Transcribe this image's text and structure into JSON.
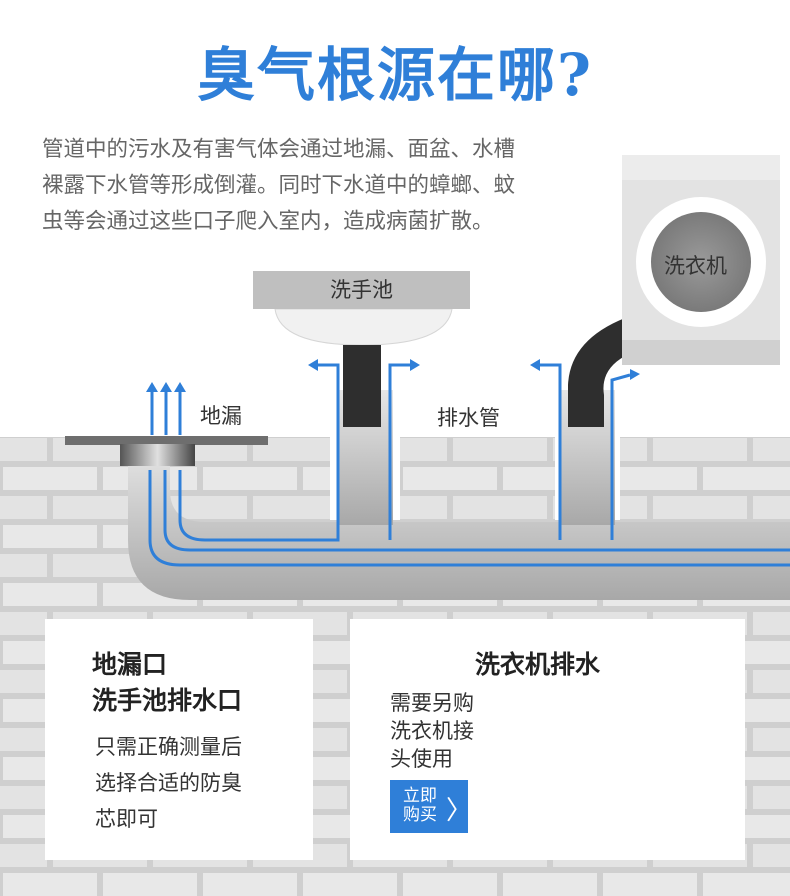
{
  "title": "臭气根源在哪?",
  "intro": [
    "管道中的污水及有害气体会通过地漏、面盆、水槽",
    "裸露下水管等形成倒灌。同时下水道中的蟑螂、蚊",
    "虫等会通过这些口子爬入室内，造成病菌扩散。"
  ],
  "labels": {
    "sink": "洗手池",
    "floor_drain": "地漏",
    "drain_pipe": "排水管",
    "washer": "洗衣机"
  },
  "card1": {
    "heading": [
      "地漏口",
      "洗手池排水口"
    ],
    "text": [
      "只需正确测量后",
      "选择合适的防臭",
      "芯即可"
    ]
  },
  "card2": {
    "heading": "洗衣机排水",
    "text": [
      "需要另购",
      "洗衣机接",
      "头使用"
    ],
    "buy_label": "立即购买",
    "buy_arrow": "〉"
  },
  "colors": {
    "accent": "#2f7fd8",
    "wall": "#d4d4d4",
    "brick": "#e6e6e6",
    "pipe": "#bcbcbc"
  }
}
